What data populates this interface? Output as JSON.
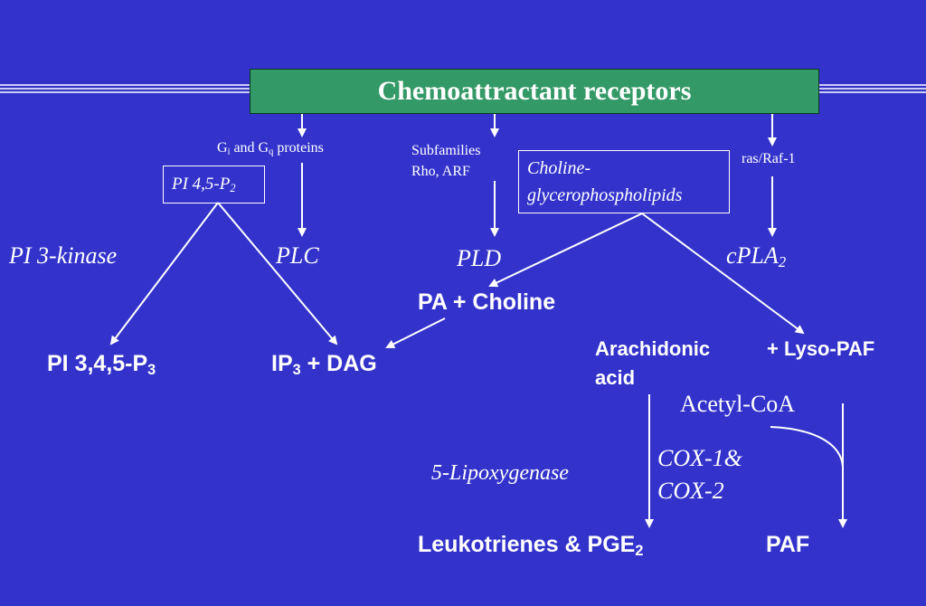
{
  "title": "Chemoattractant receptors",
  "labels": {
    "gi_gq": {
      "a": "G",
      "sub1": "i",
      "b": " and G",
      "sub2": "q",
      "c": " proteins"
    },
    "subfamilies": "Subfamilies",
    "rho_arf": "Rho,  ARF",
    "ras_raf": "ras/Raf-1",
    "pi45p2": {
      "text": "PI 4,5-P",
      "sub": "2"
    },
    "choline_gpl_1": "Choline-",
    "choline_gpl_2": "glycerophospholipids",
    "pi3kinase": "PI 3-kinase",
    "plc": "PLC",
    "pld": "PLD",
    "cpla2": {
      "text": "cPLA",
      "sub": "2"
    },
    "pa_choline": "PA + Choline",
    "pi345p3": {
      "text": "PI 3,4,5-P",
      "sub": "3"
    },
    "ip3": {
      "text": "IP",
      "sub": "3"
    },
    "dag": "+ DAG",
    "arachidonic_1": "Arachidonic",
    "arachidonic_2": "acid",
    "lyso_paf": "+ Lyso-PAF",
    "acetyl_coa": "Acetyl-CoA",
    "lipoxygenase": "5-Lipoxygenase",
    "cox_1": "COX-1&",
    "cox_2": "COX-2",
    "leukotrienes": {
      "text": "Leukotrienes & PGE",
      "sub": "2"
    },
    "paf": "PAF"
  },
  "colors": {
    "background": "#3333cc",
    "title_bar": "#339966",
    "text": "#ffffff"
  }
}
